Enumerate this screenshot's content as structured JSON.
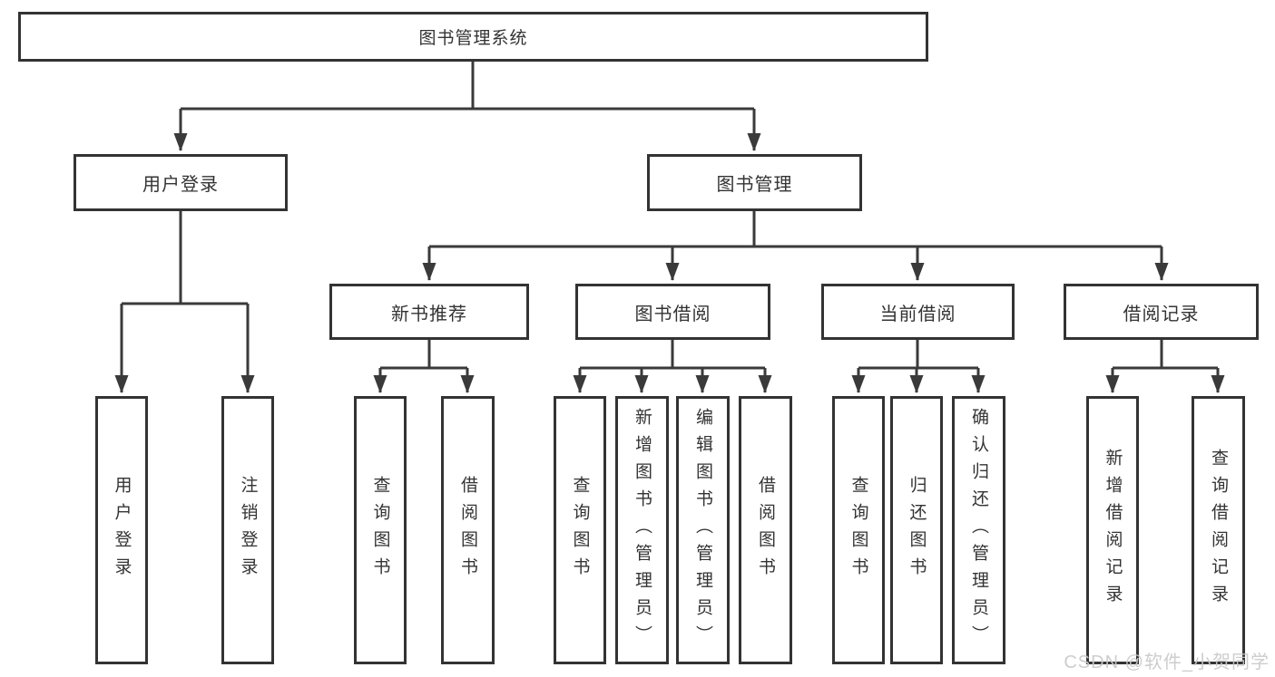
{
  "colors": {
    "border": "#333333",
    "line": "#3a3a3a",
    "text": "#333333",
    "watermark": "#c9c9c9",
    "background": "#ffffff"
  },
  "diagram": {
    "root": "图书管理系统",
    "level2": [
      "用户登录",
      "图书管理"
    ],
    "level3": [
      "新书推荐",
      "图书借阅",
      "当前借阅",
      "借阅记录"
    ],
    "leaves": {
      "user": [
        "用户登录",
        "注销登录"
      ],
      "recommend": [
        "查询图书",
        "借阅图书"
      ],
      "borrow": [
        "查询图书",
        "新增图书（管理员）",
        "编辑图书（管理员）",
        "借阅图书"
      ],
      "current": [
        "查询图书",
        "归还图书",
        "确认归还（管理员）"
      ],
      "records": [
        "新增借阅记录",
        "查询借阅记录"
      ]
    }
  },
  "watermark": "CSDN @软件_小贺同学"
}
